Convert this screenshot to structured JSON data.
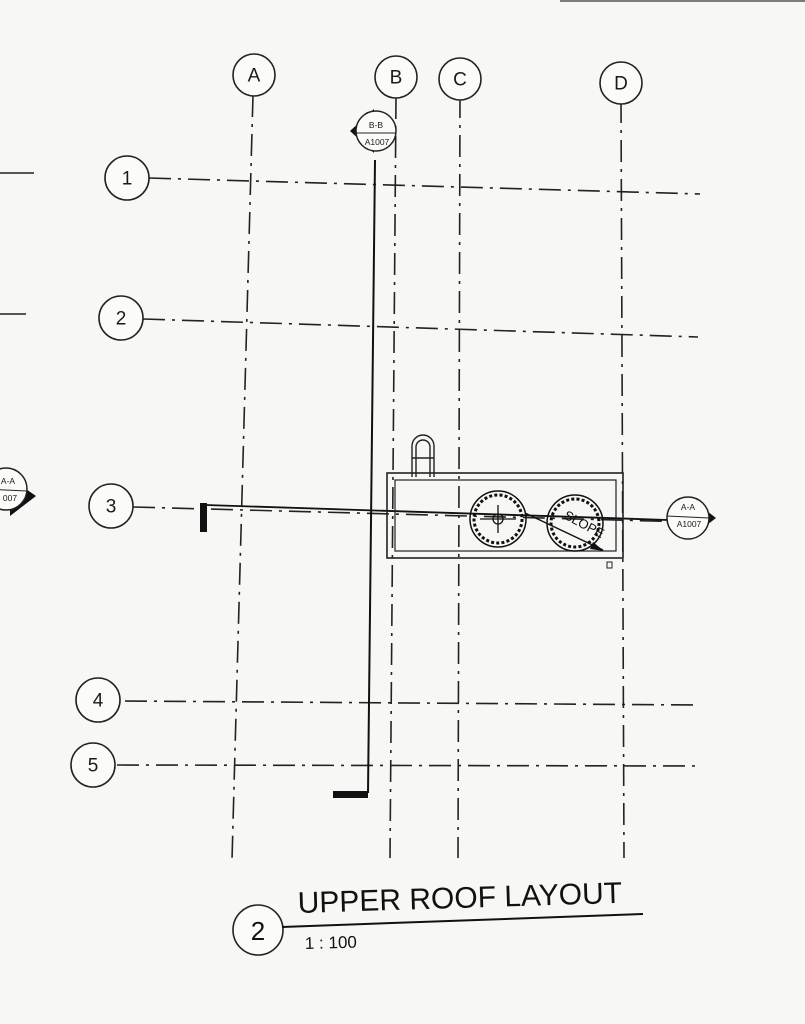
{
  "grid": {
    "columns": [
      {
        "label": "A"
      },
      {
        "label": "B"
      },
      {
        "label": "C"
      },
      {
        "label": "D"
      }
    ],
    "rows": [
      {
        "label": "1"
      },
      {
        "label": "2"
      },
      {
        "label": "3"
      },
      {
        "label": "4"
      },
      {
        "label": "5"
      }
    ]
  },
  "section_markers": {
    "b_b": {
      "section": "B-B",
      "sheet": "A1007"
    },
    "a_a_right": {
      "section": "A-A",
      "sheet": "A1007"
    },
    "a_a_left": {
      "section": "A-A",
      "sheet": "007"
    }
  },
  "slope_label": "SLOPE",
  "drawing_title": {
    "number": "2",
    "title": "UPPER ROOF LAYOUT",
    "scale": "1 : 100"
  }
}
